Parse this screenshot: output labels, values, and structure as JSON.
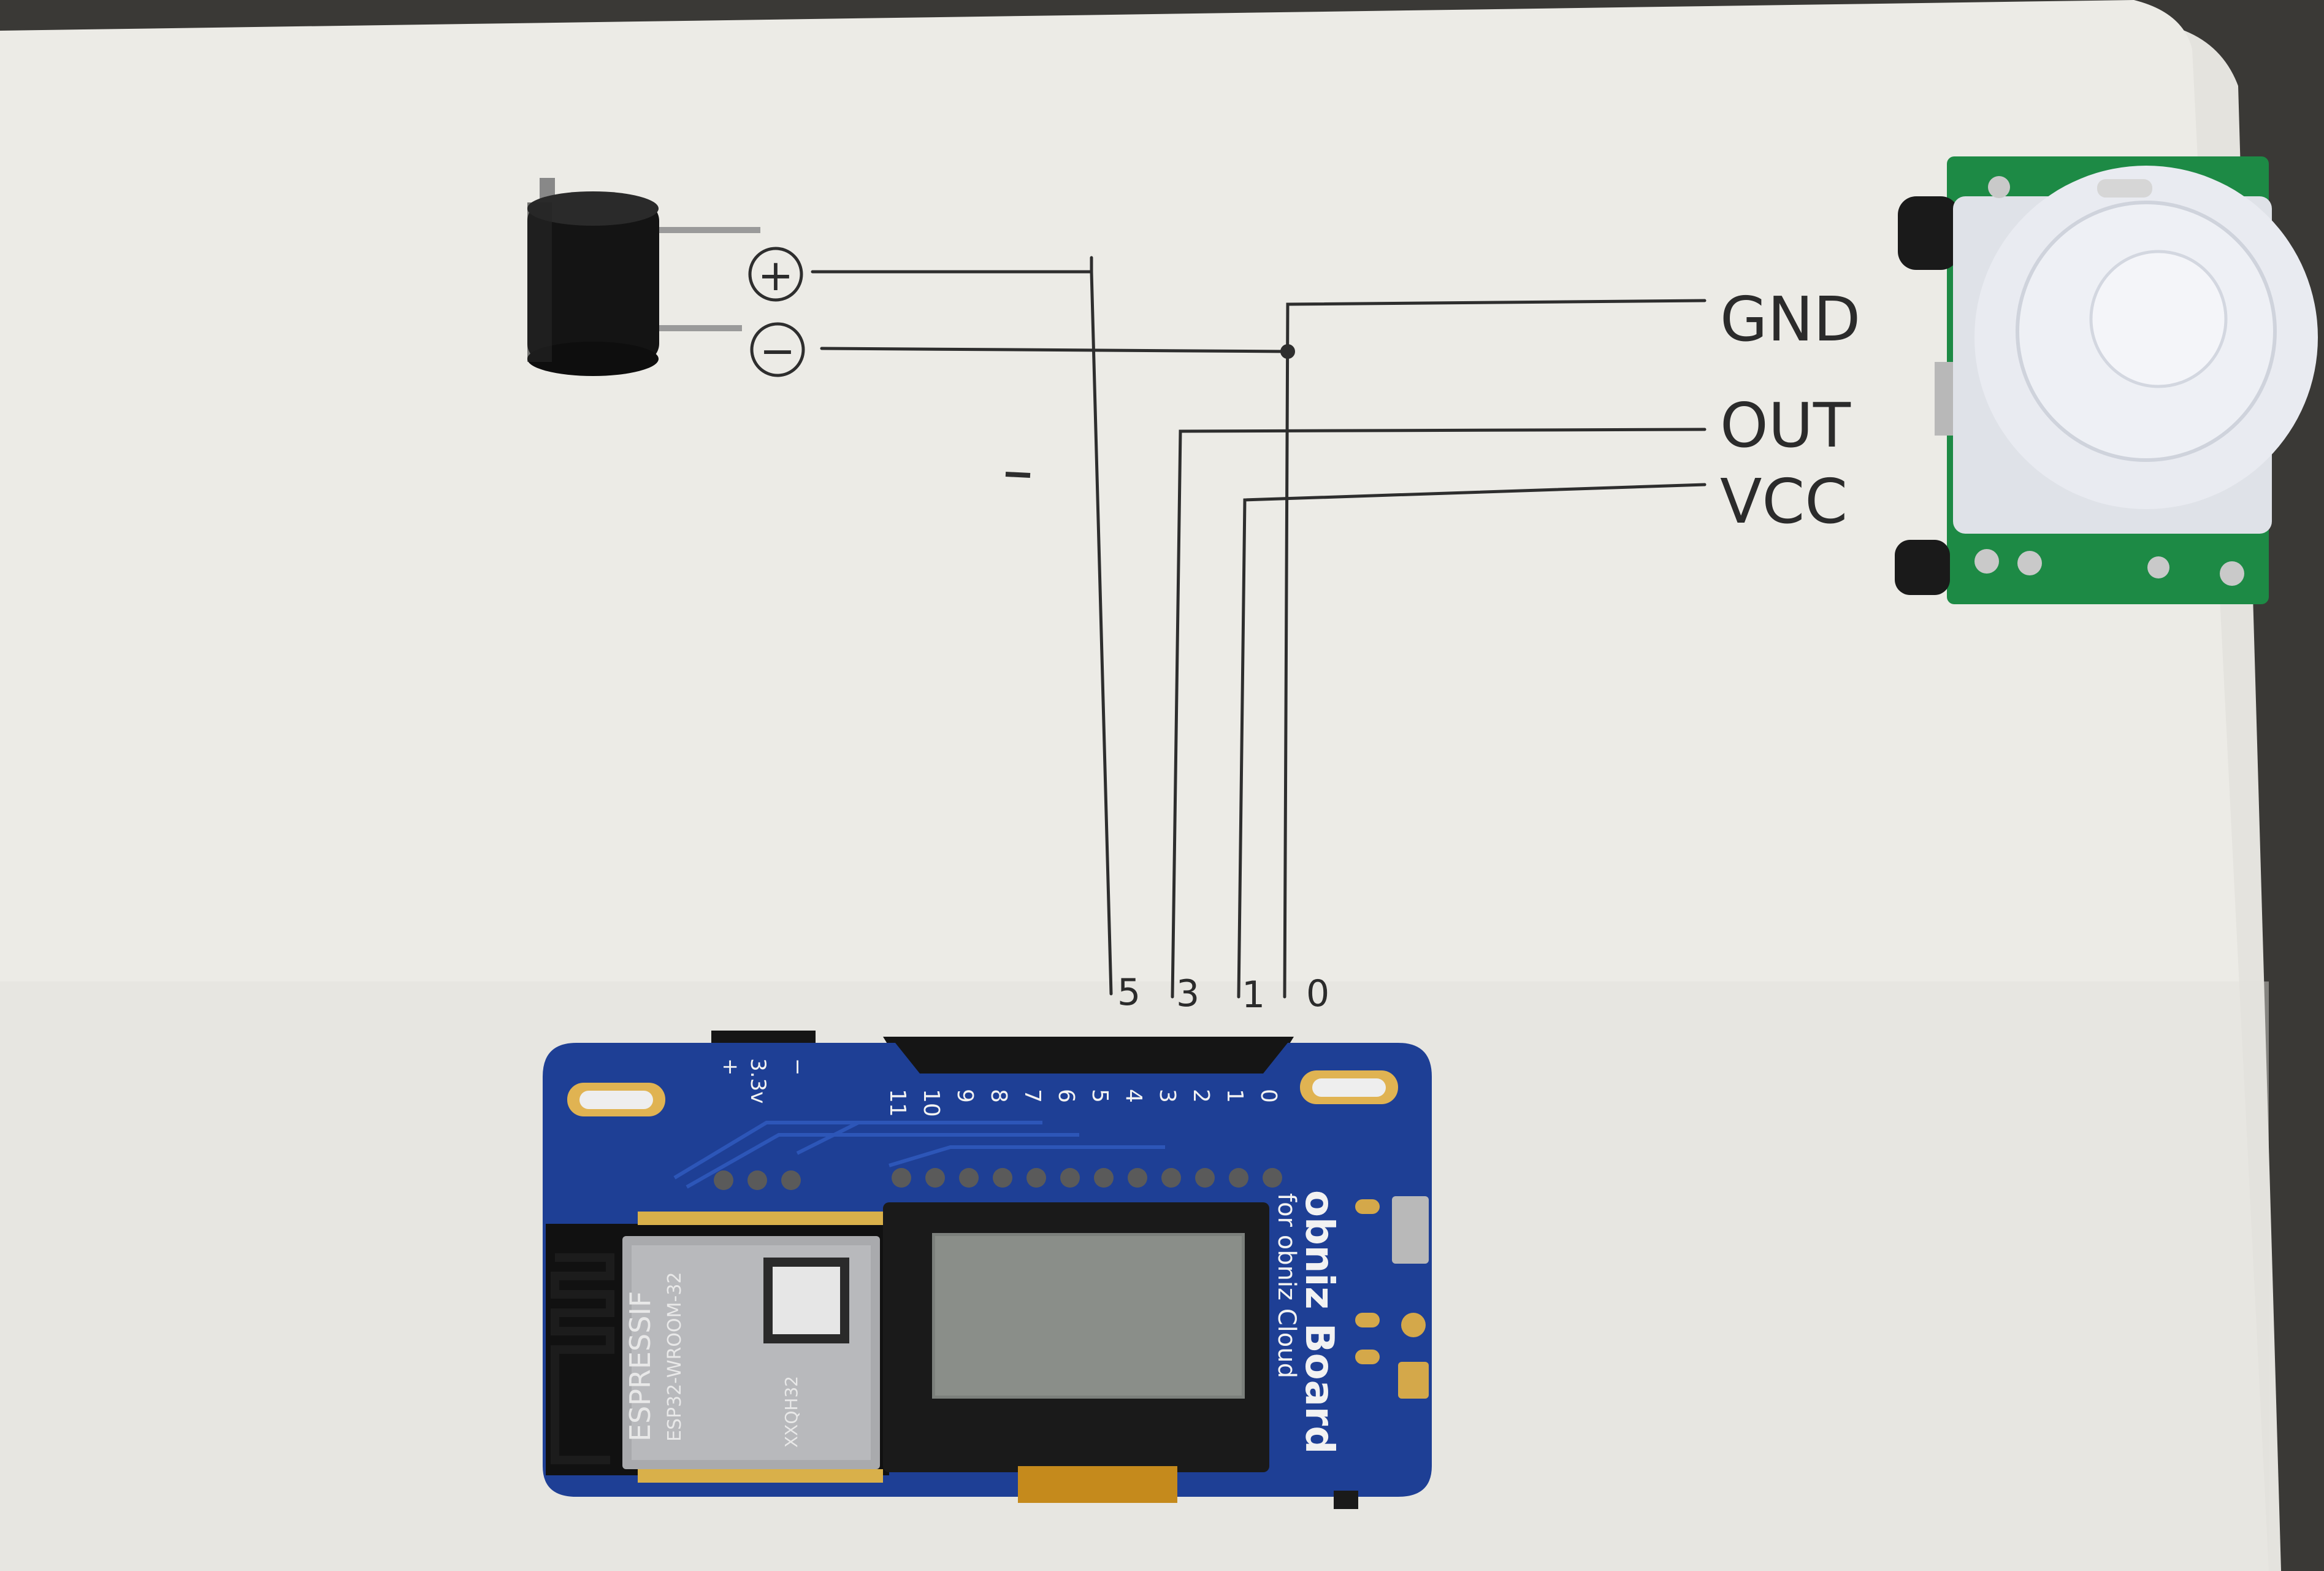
{
  "sketch": {
    "pir_pins": [
      "GND",
      "OUT",
      "VCC"
    ],
    "buzzer_pins": [
      "+",
      "−"
    ],
    "io_numbers": [
      "5",
      "3",
      "1",
      "0"
    ]
  },
  "board": {
    "brand": "obniz Board",
    "subtitle": "for obniz Cloud",
    "pin_numbers": [
      "11",
      "10",
      "9",
      "8",
      "7",
      "6",
      "5",
      "4",
      "3",
      "2",
      "1",
      "0"
    ],
    "power_labels": [
      "3.3v",
      "+",
      "−"
    ]
  },
  "module": {
    "maker": "ESPRESSIF",
    "model": "ESP32-WROOM-32",
    "sub_model": "XXQH32"
  }
}
